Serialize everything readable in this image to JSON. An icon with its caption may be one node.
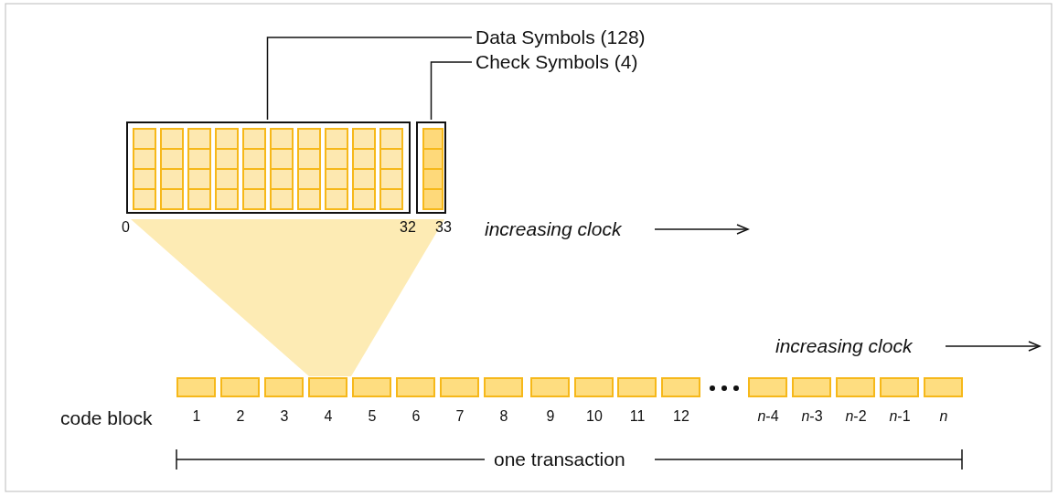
{
  "diagram": {
    "nodes": [
      {
        "text": [
          "Data Symbols (128)"
        ]
      },
      {
        "text": [
          "Check Symbols (4)"
        ]
      },
      {
        "text": [],
        "shape": "box"
      },
      {
        "text": [],
        "shape": "box"
      },
      {
        "text": [],
        "shape": "box",
        "beside": [
          "1"
        ]
      },
      {
        "text": [],
        "shape": "box",
        "beside": [
          "2"
        ]
      },
      {
        "text": [],
        "shape": "box",
        "beside": [
          "3"
        ]
      },
      {
        "text": [],
        "shape": "box",
        "beside": [
          "4"
        ]
      },
      {
        "text": [],
        "shape": "box",
        "beside": [
          "5"
        ]
      },
      {
        "text": [],
        "shape": "box",
        "beside": [
          "6"
        ]
      },
      {
        "text": [],
        "shape": "box",
        "beside": [
          "7"
        ]
      },
      {
        "text": [],
        "shape": "box",
        "beside": [
          "8"
        ]
      },
      {
        "text": [],
        "shape": "box",
        "beside": [
          "9"
        ]
      },
      {
        "text": [],
        "shape": "box",
        "beside": [
          "10"
        ]
      },
      {
        "text": [],
        "shape": "box",
        "beside": [
          "11"
        ]
      },
      {
        "text": [],
        "shape": "box",
        "beside": [
          "12"
        ]
      },
      {
        "text": [],
        "shape": "box",
        "beside": [
          "*n*-4"
        ]
      },
      {
        "text": [],
        "shape": "box",
        "beside": [
          "*n*-3"
        ]
      },
      {
        "text": [],
        "shape": "box",
        "beside": [
          "*n*-2"
        ]
      },
      {
        "text": [],
        "shape": "box",
        "beside": [
          "*n*-1"
        ]
      },
      {
        "text": [],
        "shape": "box",
        "beside": [
          "*n*"
        ]
      }
    ],
    "edges": [
      {
        "from": 0,
        "to": 2,
        "arrow": "none"
      },
      {
        "from": 1,
        "to": 3,
        "arrow": "none"
      }
    ],
    "labels": [
      "0",
      "32",
      "33",
      "increasing clock",
      "increasing clock",
      "code block",
      "one transaction"
    ]
  }
}
